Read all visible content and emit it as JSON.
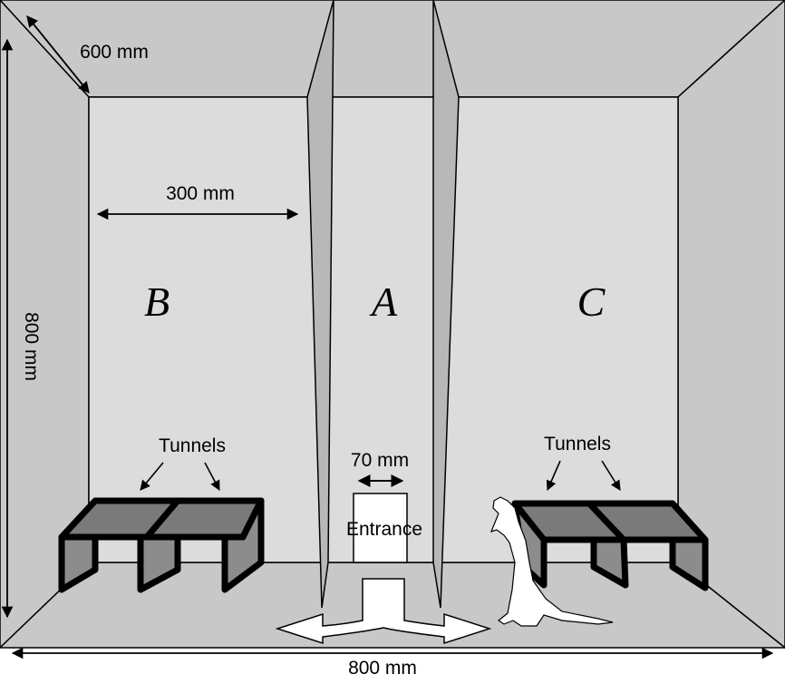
{
  "dimensions": {
    "depth": "600 mm",
    "compartment_width": "300 mm",
    "height": "800 mm",
    "width": "800 mm",
    "entrance_width": "70 mm"
  },
  "compartments": {
    "left": "B",
    "center": "A",
    "right": "C"
  },
  "labels": {
    "tunnels_left": "Tunnels",
    "tunnels_right": "Tunnels",
    "entrance": "Entrance"
  },
  "colors": {
    "side_wall": "#c8c8c8",
    "back_wall": "#dcdcdc",
    "divider": "#b8b8b8",
    "tunnel_top": "#7a7a7a",
    "tunnel_side": "#8c8c8c",
    "outline": "#000000"
  }
}
